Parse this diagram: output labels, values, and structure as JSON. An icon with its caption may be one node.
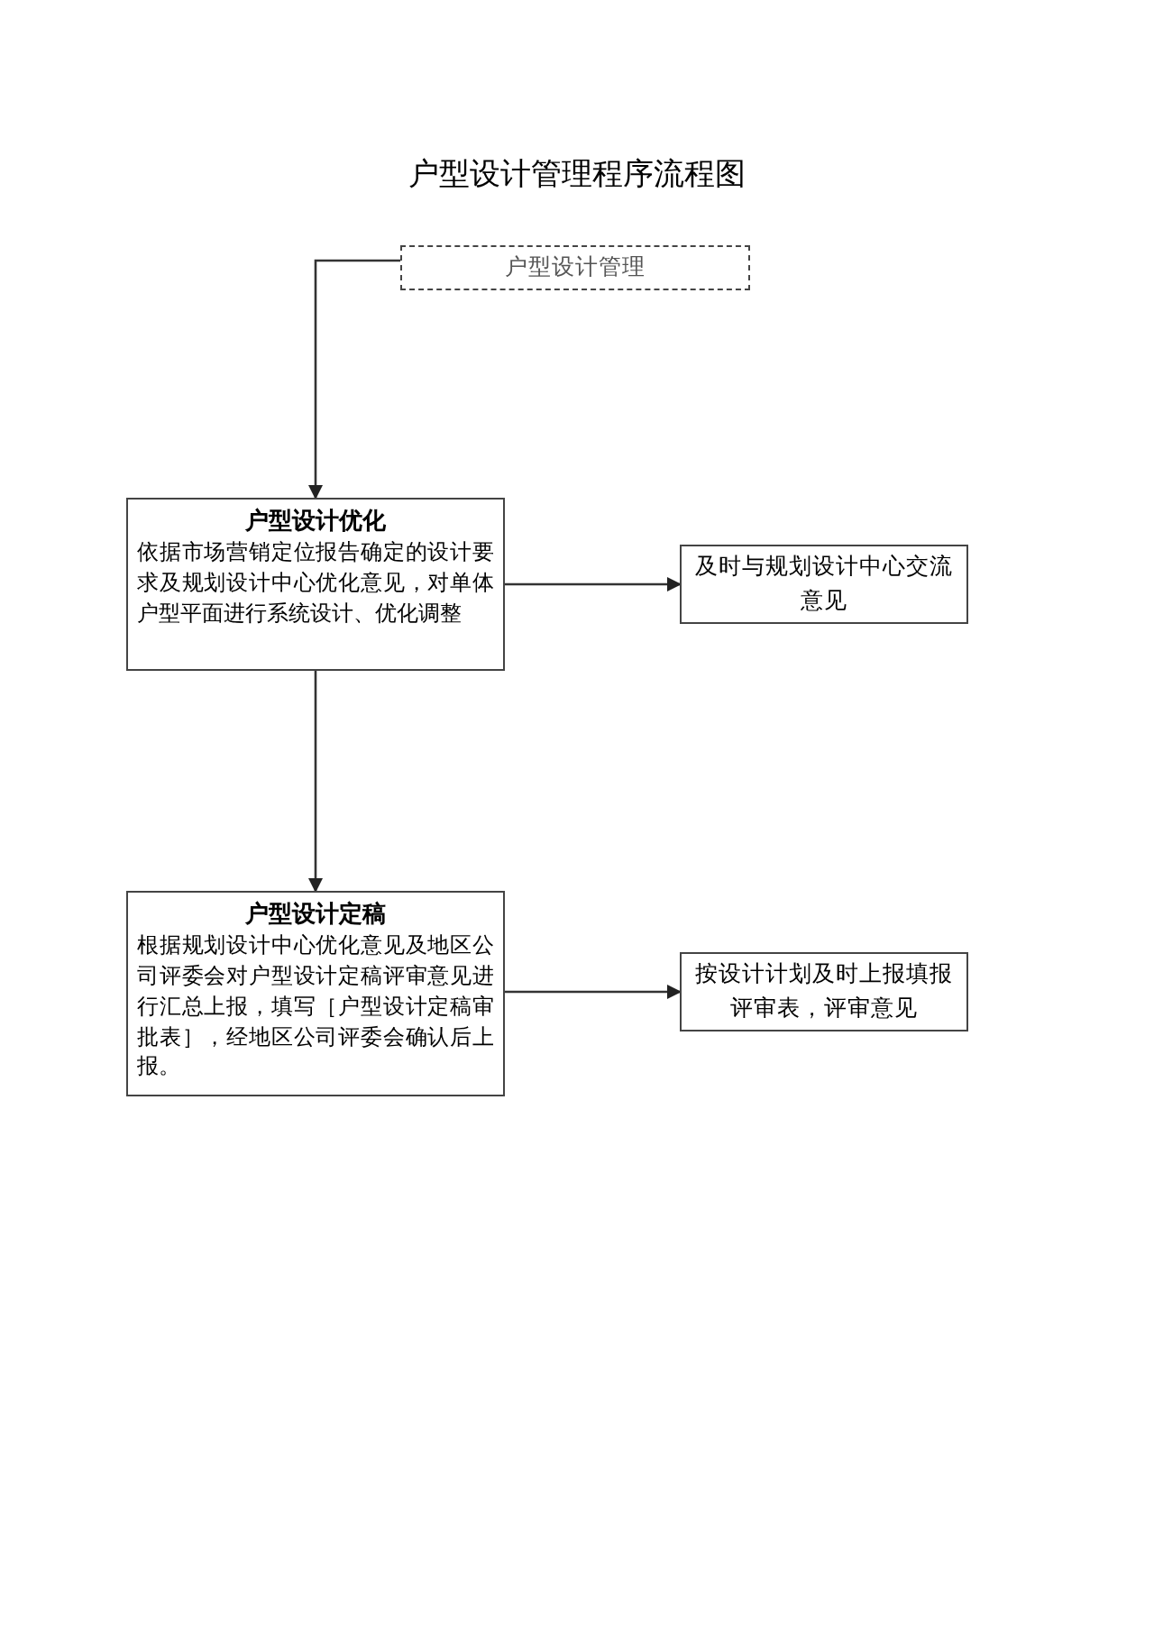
{
  "diagram": {
    "title": "户型设计管理程序流程图",
    "nodes": [
      {
        "text": [
          "户型设计管理"
        ]
      },
      {
        "text": [
          "户型设计优化",
          "依据市场营销定位报告确定的设计要求及规划设计中心优化意见，对单体户型平面进行系统设计、优化调整"
        ]
      },
      {
        "text": [
          "及时与规划设计中心交流意见"
        ]
      },
      {
        "text": [
          "户型设计定稿",
          "根据规划设计中心优化意见及地区公司评委会对户型设计定稿评审意见进行汇总上报，填写［户型设计定稿审批表］，经地区公司评委会确认后上报。"
        ]
      },
      {
        "text": [
          "按设计计划及时上报填报评审表，评审意见"
        ]
      }
    ],
    "edges": [
      {
        "from": 0,
        "to": 1,
        "arrow": "to"
      },
      {
        "from": 1,
        "to": 2,
        "arrow": "to"
      },
      {
        "from": 1,
        "to": 3,
        "arrow": "to"
      },
      {
        "from": 3,
        "to": 4,
        "arrow": "to"
      }
    ]
  }
}
